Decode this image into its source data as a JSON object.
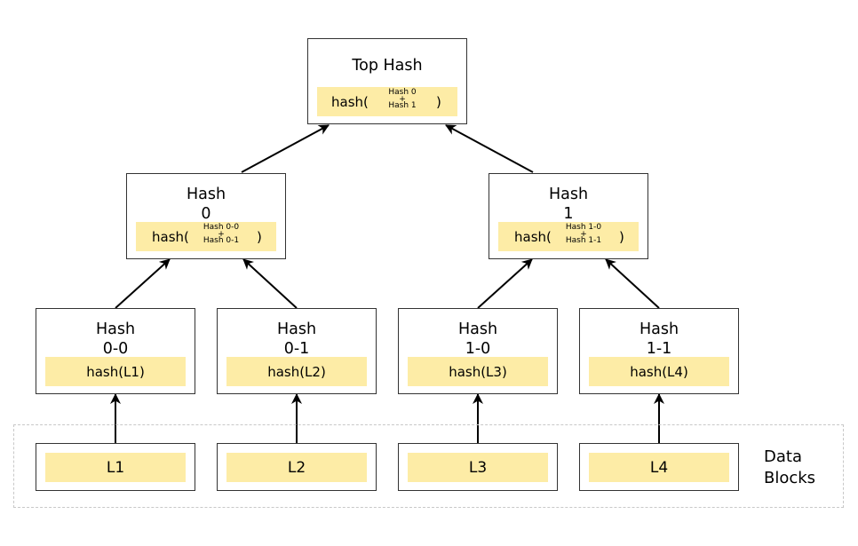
{
  "root": {
    "title": "Top Hash",
    "fn": "hash(",
    "parts": [
      "Hash 0",
      "+",
      "Hash 1"
    ],
    "close": ")"
  },
  "level1": [
    {
      "title_line1": "Hash",
      "title_line2": "0",
      "fn": "hash(",
      "parts": [
        "Hash 0-0",
        "+",
        "Hash 0-1"
      ],
      "close": ")"
    },
    {
      "title_line1": "Hash",
      "title_line2": "1",
      "fn": "hash(",
      "parts": [
        "Hash 1-0",
        "+",
        "Hash 1-1"
      ],
      "close": ")"
    }
  ],
  "leaves": [
    {
      "title_line1": "Hash",
      "title_line2": "0-0",
      "formula": "hash(L1)"
    },
    {
      "title_line1": "Hash",
      "title_line2": "0-1",
      "formula": "hash(L2)"
    },
    {
      "title_line1": "Hash",
      "title_line2": "1-0",
      "formula": "hash(L3)"
    },
    {
      "title_line1": "Hash",
      "title_line2": "1-1",
      "formula": "hash(L4)"
    }
  ],
  "data_blocks": {
    "label_line1": "Data",
    "label_line2": "Blocks",
    "items": [
      "L1",
      "L2",
      "L3",
      "L4"
    ]
  },
  "colors": {
    "formula_fill": "#fdeca6",
    "border": "#333333",
    "frame": "#c8c8c8"
  }
}
